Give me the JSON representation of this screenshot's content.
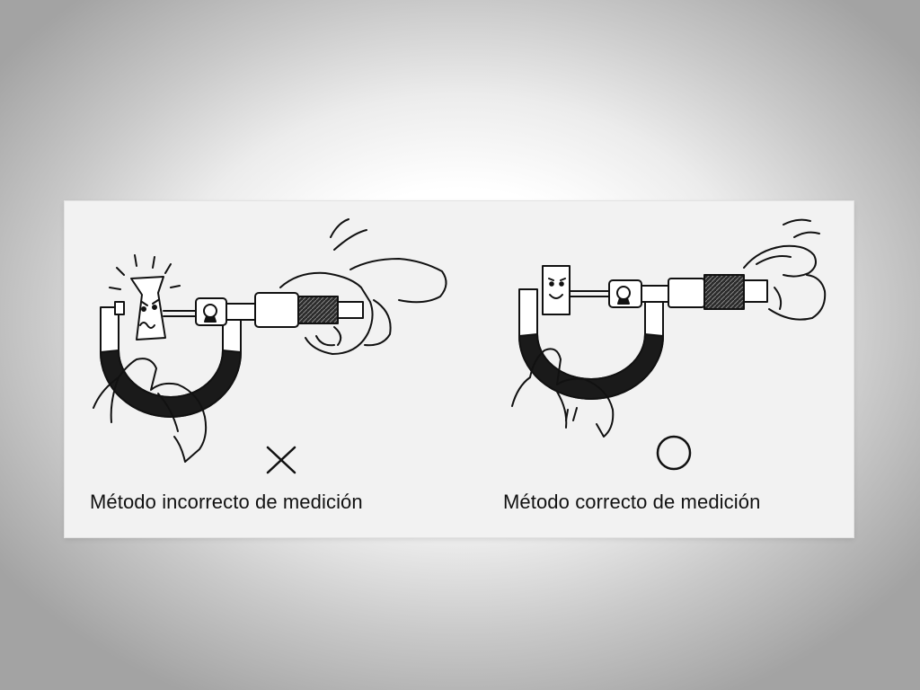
{
  "captions": {
    "incorrect": "Método incorrecto de medición",
    "correct": "Método correcto de medición"
  },
  "marks": {
    "incorrect": "cross-mark",
    "correct": "circle-mark"
  },
  "colors": {
    "ink": "#111111",
    "panel": "#f2f2f2"
  }
}
